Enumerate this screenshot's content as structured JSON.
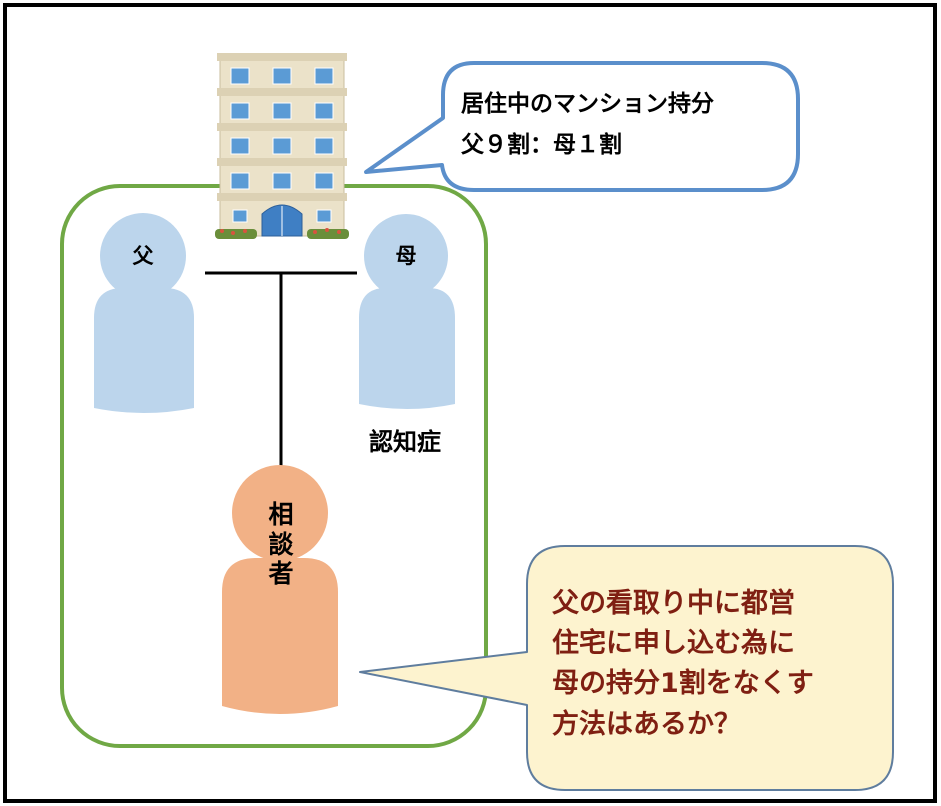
{
  "people": {
    "father": {
      "label": "父"
    },
    "mother": {
      "label": "母",
      "condition": "認知症"
    },
    "consultant": {
      "label": [
        "相",
        "談",
        "者"
      ]
    }
  },
  "building_bubble": {
    "line1": "居住中のマンション持分",
    "line2": "父９割：母１割"
  },
  "question_bubble": {
    "lines": [
      "父の看取り中に都営",
      "住宅に申し込む為に",
      "母の持分1割をなくす",
      "方法はあるか？"
    ]
  },
  "colors": {
    "frame": "#000000",
    "family_group_border": "#70a845",
    "person_blue": "#bcd5ec",
    "person_orange": "#f2b186",
    "bubble_blue_border": "#5b8fcb",
    "bubble_yellow_fill": "#fdf3cf",
    "bubble_yellow_border": "#5f7d9e",
    "question_text": "#7f1f12"
  }
}
